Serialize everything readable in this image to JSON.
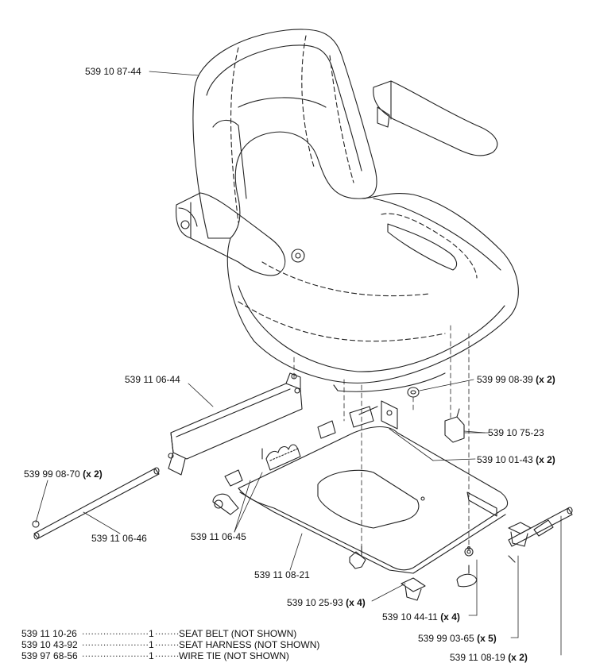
{
  "callouts": [
    {
      "id": "seat",
      "part": "539 10 87-44",
      "qty": ""
    },
    {
      "id": "rail",
      "part": "539 11 06-44",
      "qty": ""
    },
    {
      "id": "nut",
      "part": "539 99 08-39",
      "qty": "(x 2)"
    },
    {
      "id": "latch",
      "part": "539 10 75-23",
      "qty": ""
    },
    {
      "id": "bushing",
      "part": "539 10 01-43",
      "qty": "(x 2)"
    },
    {
      "id": "clip",
      "part": "539 99 08-70",
      "qty": "(x 2)"
    },
    {
      "id": "rod",
      "part": "539 11 06-46",
      "qty": ""
    },
    {
      "id": "spring",
      "part": "539 11 06-45",
      "qty": ""
    },
    {
      "id": "plate",
      "part": "539 11 08-21",
      "qty": ""
    },
    {
      "id": "knob",
      "part": "539 10 25-93",
      "qty": "(x 4)"
    },
    {
      "id": "washer",
      "part": "539 10 44-11",
      "qty": "(x 4)"
    },
    {
      "id": "pin",
      "part": "539 99 03-65",
      "qty": "(x 5)"
    },
    {
      "id": "shaft",
      "part": "539 11 08-19",
      "qty": "(x 2)"
    }
  ],
  "parts_list": [
    {
      "part": "539 11 10-26",
      "dots": "........................",
      "qty": "1",
      "dots2": "........",
      "desc": "SEAT BELT (NOT SHOWN)"
    },
    {
      "part": "539 10 43-92",
      "dots": "........................",
      "qty": "1",
      "dots2": "........",
      "desc": "SEAT HARNESS (NOT SHOWN)"
    },
    {
      "part": "539 97 68-56",
      "dots": "........................",
      "qty": "1",
      "dots2": "........",
      "desc": "WIRE TIE (NOT SHOWN)"
    }
  ]
}
